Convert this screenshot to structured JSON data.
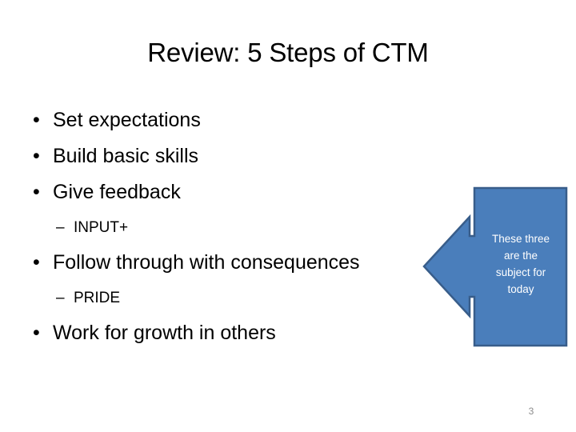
{
  "slide": {
    "title": "Review: 5 Steps of CTM",
    "page_number": "3",
    "background_color": "#ffffff",
    "title_color": "#000000",
    "page_number_color": "#8c8c8c"
  },
  "body": {
    "bullets": [
      {
        "level": 1,
        "marker": "•",
        "text": "Set expectations"
      },
      {
        "level": 1,
        "marker": "•",
        "text": "Build basic skills"
      },
      {
        "level": 1,
        "marker": "•",
        "text": "Give feedback"
      },
      {
        "level": 2,
        "marker": "–",
        "text": "INPUT+"
      },
      {
        "level": 1,
        "marker": "•",
        "text": "Follow through with consequences"
      },
      {
        "level": 2,
        "marker": "–",
        "text": "PRIDE"
      },
      {
        "level": 1,
        "marker": "•",
        "text": "Work for growth in others"
      }
    ]
  },
  "callout": {
    "shape": "left-arrow-callout",
    "fill_color": "#4a7ebb",
    "border_color": "#385d8a",
    "text_color": "#ffffff",
    "lines": [
      "These three",
      "are the",
      "subject for",
      "today"
    ]
  }
}
